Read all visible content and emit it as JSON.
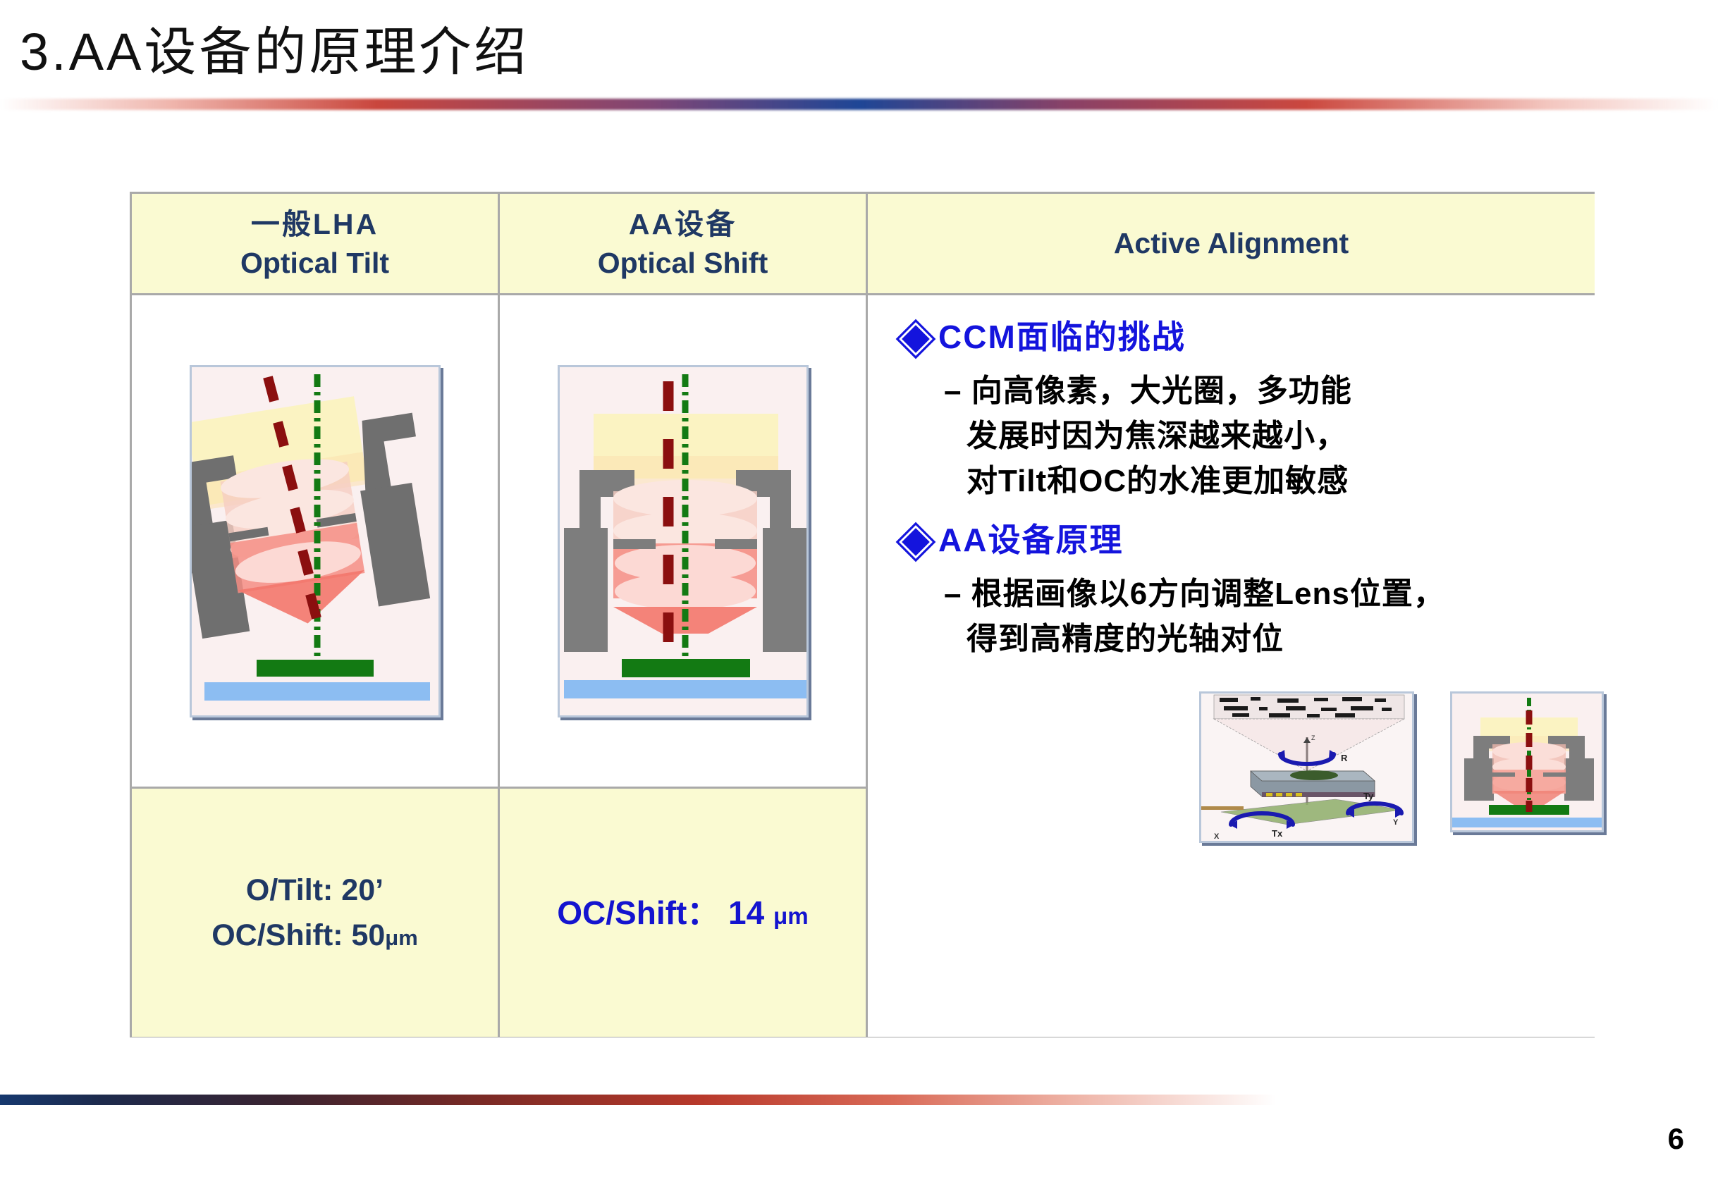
{
  "slide": {
    "title": "3.AA设备的原理介绍",
    "page_number": "6",
    "accent_blue": "#1f3864",
    "accent_bright_blue": "#1414dd",
    "header_bg": "#fafad2"
  },
  "table": {
    "headers": [
      {
        "line1": "一般LHA",
        "line2": "Optical Tilt"
      },
      {
        "line1": "AA设备",
        "line2": "Optical Shift"
      },
      {
        "line1": "Active Alignment",
        "line2": ""
      }
    ],
    "values": [
      {
        "line1": "O/Tilt: 20’",
        "line2": "OC/Shift: 50",
        "unit": "μm"
      },
      {
        "line1": "OC/Shift： 14 ",
        "line2": "",
        "unit": "μm"
      }
    ]
  },
  "right_panel": {
    "bullets": [
      {
        "title": "CCM面临的挑战",
        "lines": [
          "– 向高像素，大光圈，多功能",
          "发展时因为焦深越来越小，",
          "对Tilt和OC的水准更加敏感"
        ]
      },
      {
        "title": "AA设备原理",
        "lines": [
          "– 根据画像以6方向调整Lens位置，",
          "得到高精度的光轴对位"
        ]
      }
    ],
    "axis_labels": {
      "r": "R",
      "tx": "Tx",
      "ty": "Ty",
      "x": "X",
      "y": "Y",
      "z": "Z"
    }
  }
}
